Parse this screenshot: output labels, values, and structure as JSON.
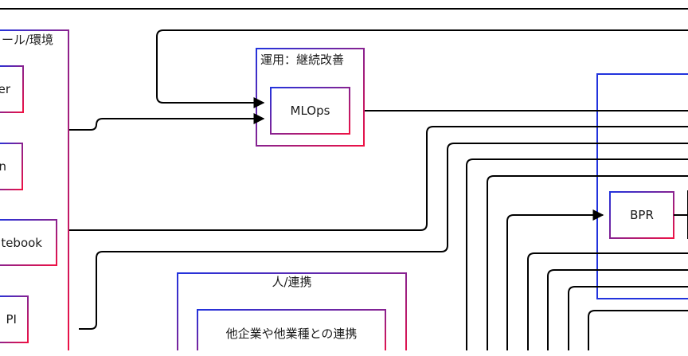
{
  "diagram": {
    "groups": {
      "tools": {
        "title": "ール/環境"
      },
      "operations": {
        "title": "運用：継続改善"
      },
      "people": {
        "title": "人/連携"
      }
    },
    "nodes": {
      "tool_1": "er",
      "tool_2": "n",
      "tool_3": "tebook",
      "tool_4": "PI",
      "mlops": "MLOps",
      "bpr": "BPR",
      "collab": "他企業や他業種との連携"
    },
    "colors": {
      "edge": "#000000",
      "border_blue": "#2233dd",
      "border_red": "#ee1144"
    }
  }
}
